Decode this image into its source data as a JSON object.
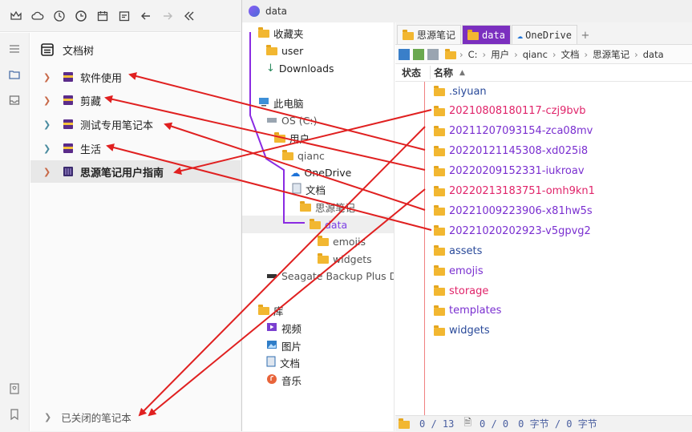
{
  "siyuan": {
    "panel_title": "文档树",
    "notebooks": [
      {
        "label": "软件使用",
        "color": "#8a2be2"
      },
      {
        "label": "剪藏",
        "color": "#8a2be2"
      },
      {
        "label": "测试专用笔记本",
        "color": "#8a2be2"
      },
      {
        "label": "生活",
        "color": "#8a2be2"
      },
      {
        "label": "思源笔记用户指南",
        "color": "#6a1b9a"
      }
    ],
    "closed_label": "已关闭的笔记本"
  },
  "explorer": {
    "window_title": "data",
    "tabs": [
      "思源笔记",
      "data",
      "OneDrive"
    ],
    "address": [
      "C:",
      "用户",
      "qianc",
      "文档",
      "思源笔记",
      "data"
    ],
    "col_status": "状态",
    "col_name": "名称",
    "tree": {
      "favorites": "收藏夹",
      "user": "user",
      "downloads": "Downloads",
      "this_pc": "此电脑",
      "os_c": "OS (C:)",
      "users": "用户",
      "qianc": "qianc",
      "onedrive": "OneDrive",
      "documents": "文档",
      "siyuan": "思源笔记",
      "data": "data",
      "emojis": "emojis",
      "widgets": "widgets",
      "seagate": "Seagate Backup Plus D",
      "library": "库",
      "videos": "视频",
      "pictures": "图片",
      "docs": "文档",
      "music": "音乐"
    },
    "files": [
      {
        "name": ".siyuan",
        "color": "#2a4a9a"
      },
      {
        "name": "20210808180117-czj9bvb",
        "color": "#e0246a"
      },
      {
        "name": "20211207093154-zca08mv",
        "color": "#7a2fd0"
      },
      {
        "name": "20220121145308-xd025i8",
        "color": "#7a2fd0"
      },
      {
        "name": "20220209152331-iukroav",
        "color": "#7a2fd0"
      },
      {
        "name": "20220213183751-omh9kn1",
        "color": "#e0246a"
      },
      {
        "name": "20221009223906-x81hw5s",
        "color": "#7a2fd0"
      },
      {
        "name": "20221020202923-v5gpvg2",
        "color": "#7a2fd0"
      },
      {
        "name": "assets",
        "color": "#2a4a9a"
      },
      {
        "name": "emojis",
        "color": "#7a2fd0"
      },
      {
        "name": "storage",
        "color": "#e0246a"
      },
      {
        "name": "templates",
        "color": "#7a2fd0"
      },
      {
        "name": "widgets",
        "color": "#2a4a9a"
      }
    ],
    "status": {
      "count": "0 / 13",
      "items": "0 / 0",
      "bytes": "0 字节 / 0 字节"
    }
  },
  "arrow_color": "#e02020"
}
